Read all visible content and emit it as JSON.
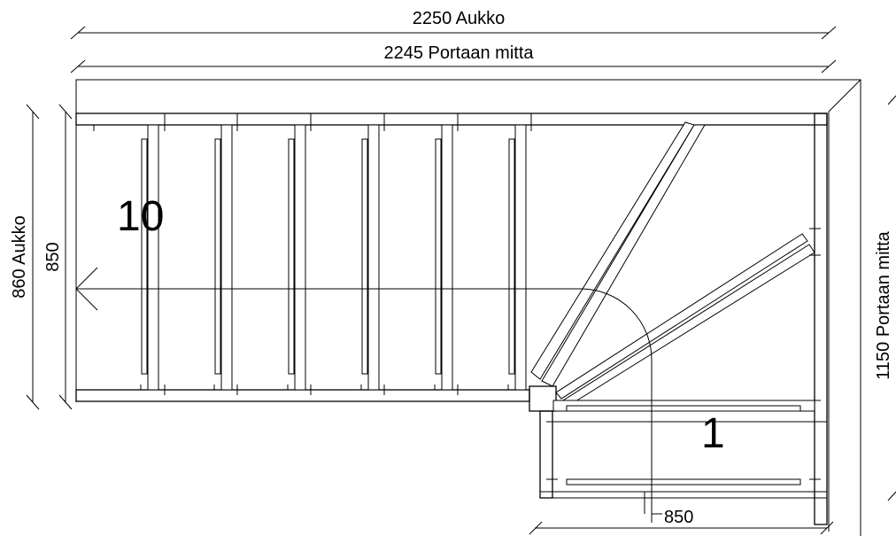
{
  "dimensions": {
    "top_opening": "2250 Aukko",
    "top_stair": "2245 Portaan mitta",
    "left_opening": "860 Aukko",
    "left_inner": "850",
    "right_stair": "1150 Portaan mitta",
    "bottom_width": "850"
  },
  "step_labels": {
    "last_step": "10",
    "first_step": "1"
  }
}
